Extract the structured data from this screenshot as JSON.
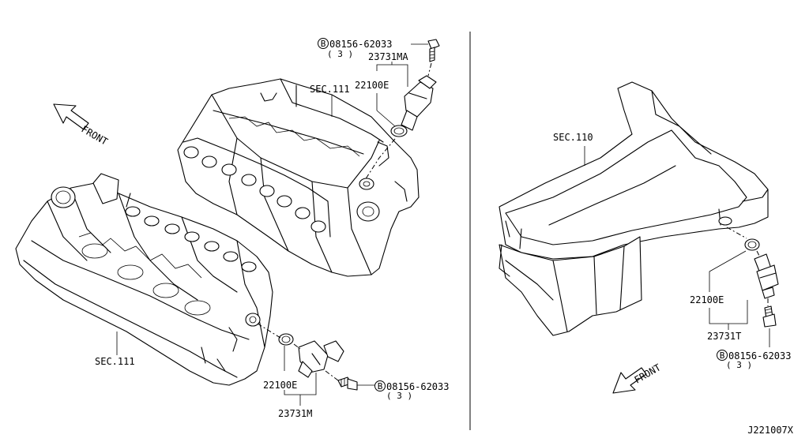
{
  "labels": {
    "bolt_top_part": "08156-62033",
    "bolt_top_qty": "( 3 )",
    "sensor_top": "23731MA",
    "oring_top": "22100E",
    "sec111_top": "SEC.111",
    "front_left": "FRONT",
    "sec111_bottom": "SEC.111",
    "oring_bottom": "22100E",
    "bolt_bottom_part": "08156-62033",
    "bolt_bottom_qty": "( 3 )",
    "sensor_bottom": "23731M",
    "sec110": "SEC.110",
    "oring_right": "22100E",
    "sensor_right": "23731T",
    "bolt_right_part": "08156-62033",
    "bolt_right_qty": "( 3 )",
    "front_right": "FRONT",
    "bolt_marker": "B",
    "diagram_id": "J221007X"
  }
}
